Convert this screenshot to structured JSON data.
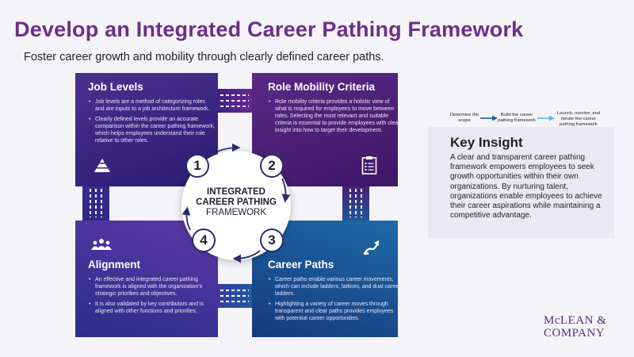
{
  "header": {
    "title": "Develop an Integrated Career Pathing Framework",
    "subtitle": "Foster career growth and mobility through clearly defined career paths."
  },
  "quadrants": [
    {
      "number": "1",
      "title": "Job Levels",
      "icon": "pyramid-icon",
      "bullets": [
        "Job levels are a method of categorizing roles and are inputs to a job architecture framework.",
        "Clearly defined levels provide an accurate comparison within the career pathing framework, which helps employees understand their role relative to other roles."
      ]
    },
    {
      "number": "2",
      "title": "Role Mobility Criteria",
      "icon": "clipboard-checklist-icon",
      "bullets": [
        "Role mobility criteria provides a holistic view of what is required for employees to move between roles. Selecting the most relevant and suitable criteria is essential to provide employees with clear insight into how to target their development."
      ]
    },
    {
      "number": "3",
      "title": "Career Paths",
      "icon": "growth-arrow-icon",
      "bullets": [
        "Career paths enable various career movements, which can include ladders, lattices, and dual career ladders.",
        "Highlighting a variety of career moves through transparent and clear paths provides employees with potential career opportunities."
      ]
    },
    {
      "number": "4",
      "title": "Alignment",
      "icon": "people-group-icon",
      "bullets": [
        "An effective and integrated career pathing framework is aligned with the organization's strategic priorities and objectives.",
        "It is also validated by key contributors and is aligned with other functions and priorities."
      ]
    }
  ],
  "center": {
    "line1": "INTEGRATED",
    "line2": "CAREER PATHING",
    "line3": "FRAMEWORK"
  },
  "process_flow": {
    "steps": [
      "Determine the scope",
      "Build the career pathing framework",
      "Launch, monitor, and iterate the career pathing framework"
    ],
    "arrow_colors": [
      "#1f5fa8",
      "#5bb8e0"
    ]
  },
  "key_insight": {
    "title": "Key Insight",
    "text": "A clear and transparent career pathing framework empowers employees to seek growth opportunities within their own organizations. By nurturing talent, organizations enable employees to achieve their career aspirations while maintaining a competitive advantage."
  },
  "logo": {
    "line1": "McLEAN &",
    "line2": "COMPANY"
  },
  "colors": {
    "title": "#6b2f8a",
    "panel_job_levels": "#2a1b73",
    "panel_role_mobility": "#4a1a72",
    "panel_alignment": "#3b2f96",
    "panel_career_paths": "#1a558f"
  }
}
